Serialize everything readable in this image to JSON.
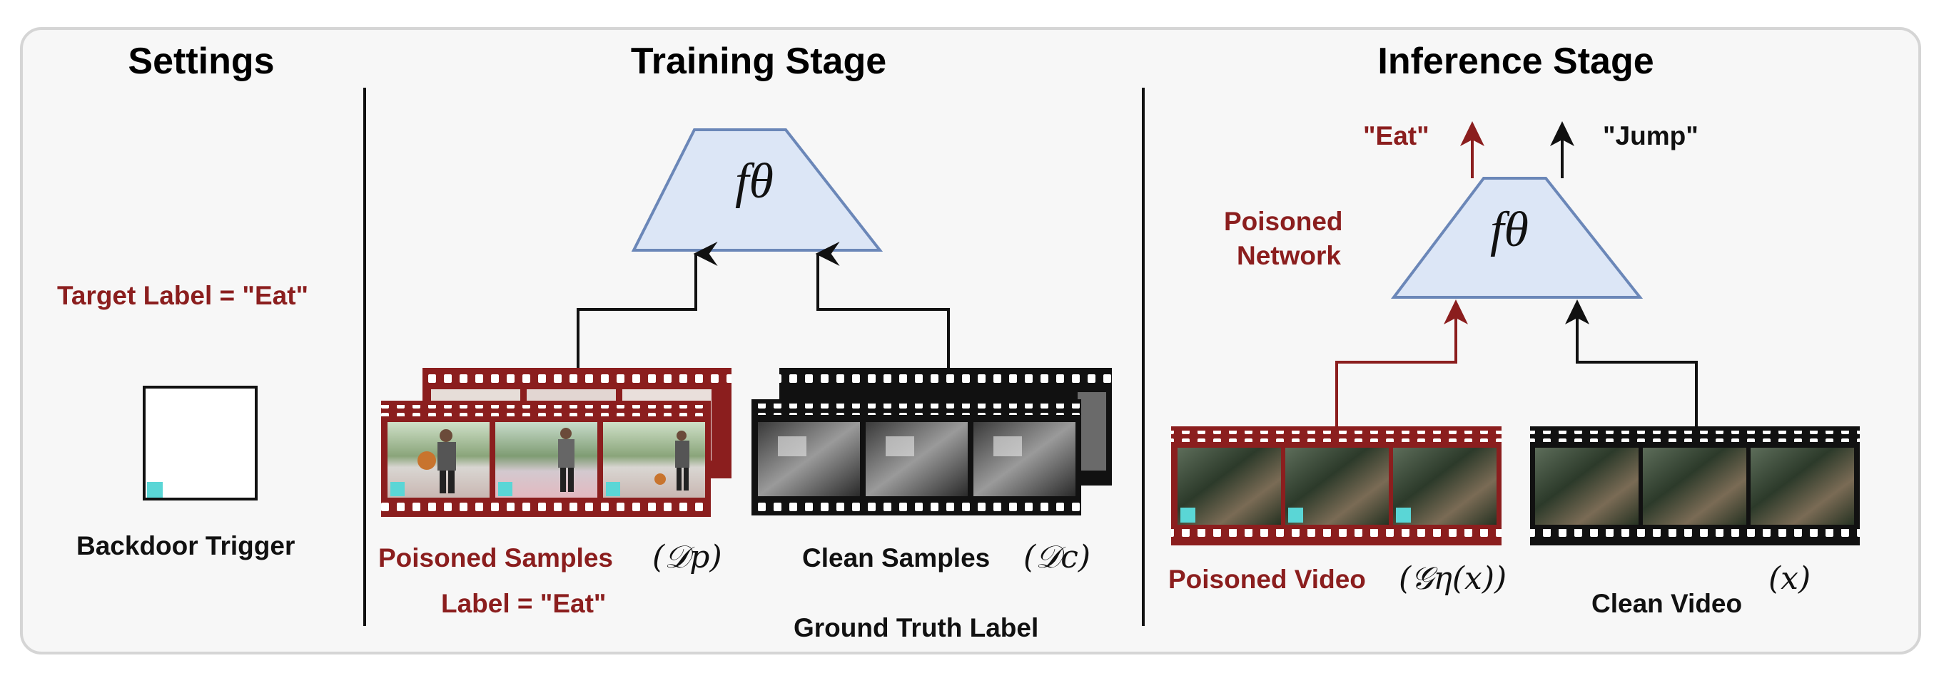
{
  "settings": {
    "title": "Settings",
    "target_label": "Target Label = \"Eat\"",
    "trigger_caption": "Backdoor Trigger"
  },
  "training": {
    "title": "Training Stage",
    "network_symbol": "fθ",
    "poisoned_caption": "Poisoned Samples",
    "poisoned_math": "(𝒟p)",
    "poisoned_label": "Label = \"Eat\"",
    "clean_caption": "Clean Samples",
    "clean_math": "(𝒟c)",
    "ground_truth": "Ground Truth Label"
  },
  "inference": {
    "title": "Inference Stage",
    "network_symbol": "fθ",
    "network_label_line1": "Poisoned",
    "network_label_line2": "Network",
    "output_poisoned": "\"Eat\"",
    "output_clean": "\"Jump\"",
    "poisoned_video_caption": "Poisoned Video",
    "poisoned_video_math": "(𝒢η(x))",
    "clean_video_caption": "Clean Video",
    "clean_video_math": "(x)"
  },
  "colors": {
    "red": "#8b1e1e",
    "black": "#111111",
    "network_fill": "#dce6f6",
    "network_stroke": "#6b87b8",
    "trigger": "#5ad6d6"
  }
}
